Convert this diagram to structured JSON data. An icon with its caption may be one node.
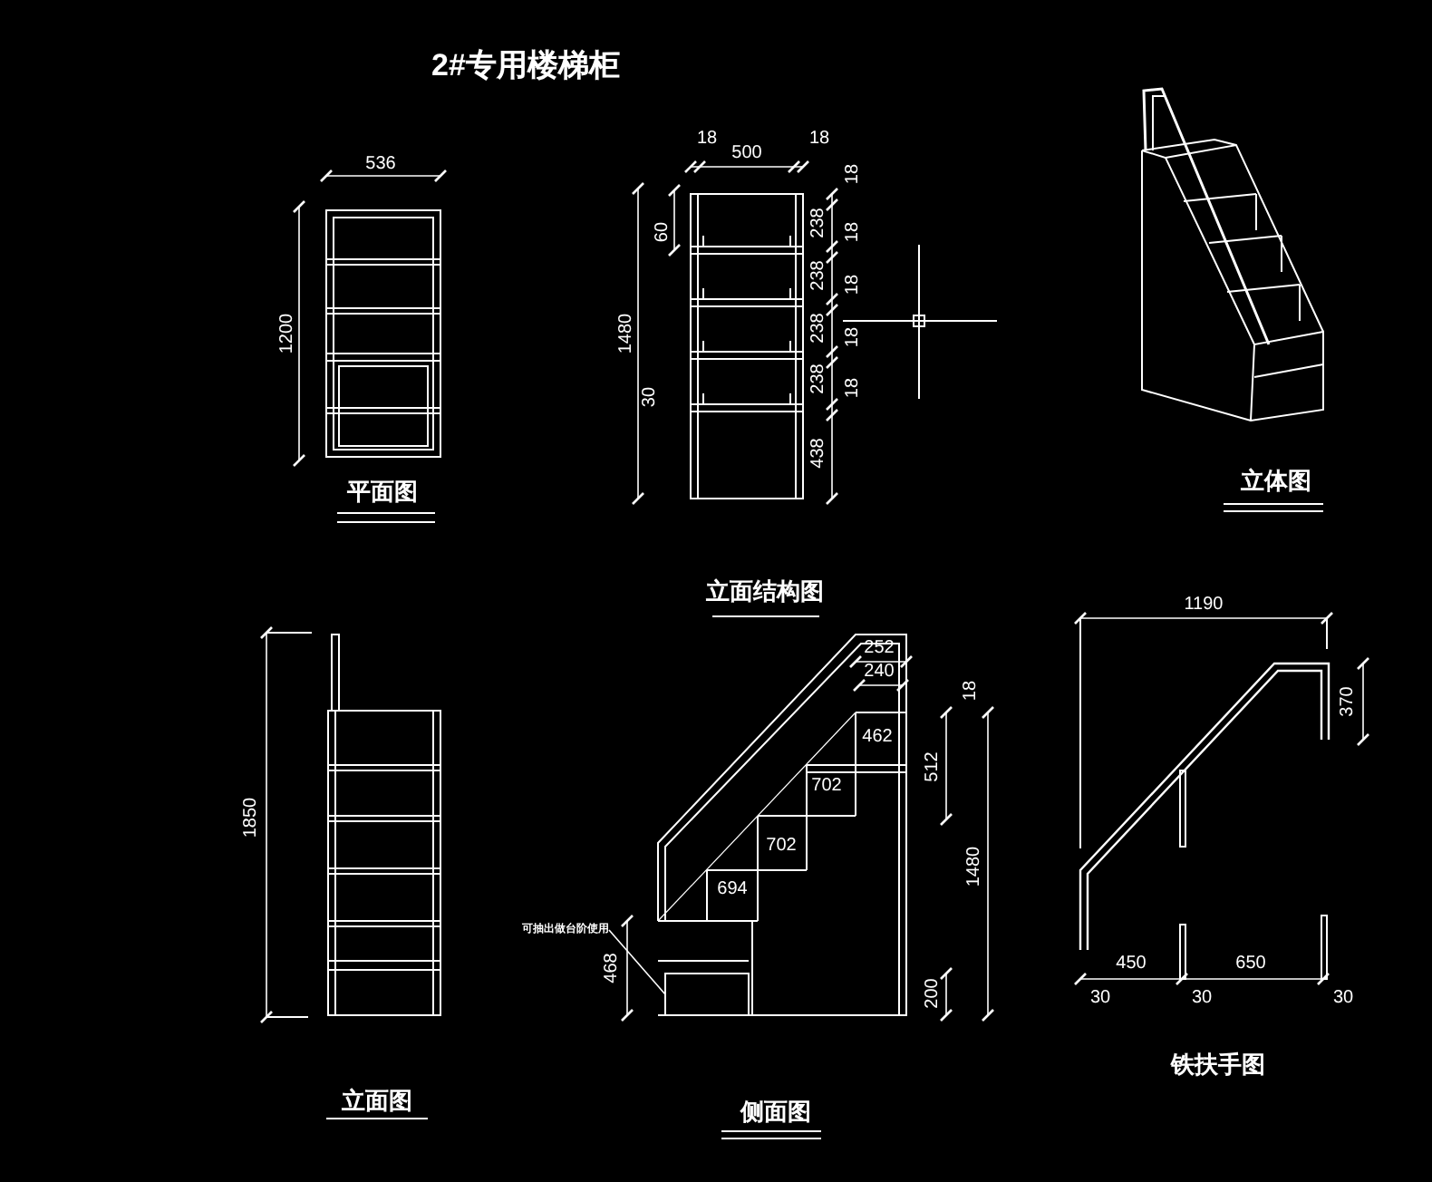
{
  "diagram": {
    "title": "2#专用楼梯柜",
    "nodes": [
      {
        "text": [
          "可抽出做台阶使用"
        ]
      },
      {
        "text": [],
        "shape": "box"
      }
    ],
    "edges": [
      {
        "from": 0,
        "to": 1,
        "arrow": "none"
      }
    ],
    "labels": [
      "536",
      "1200",
      "平面图",
      "18",
      "500",
      "18",
      "18",
      "60",
      "238",
      "18",
      "238",
      "18",
      "1480",
      "238",
      "18",
      "238",
      "18",
      "30",
      "438",
      "立面结构图",
      "立体图",
      "1850",
      "立面图",
      "252",
      "240",
      "18",
      "462",
      "702",
      "512",
      "702",
      "1480",
      "694",
      "468",
      "200",
      "侧面图",
      "1190",
      "370",
      "450",
      "650",
      "30",
      "30",
      "30",
      "铁扶手图"
    ]
  }
}
